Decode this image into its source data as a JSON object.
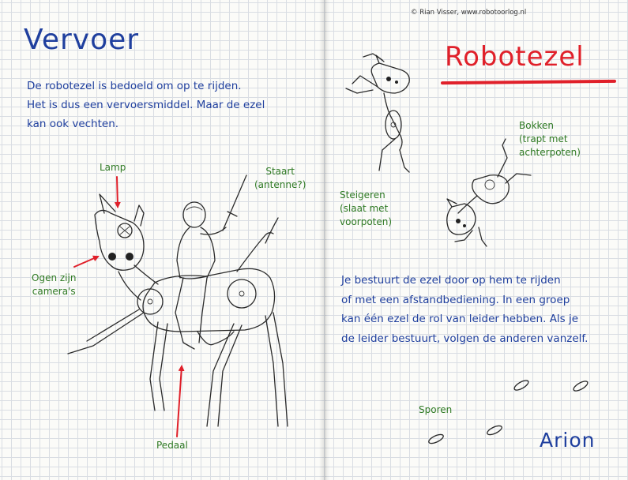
{
  "copyright": "© Rian Visser, www.robotoorlog.nl",
  "left_page": {
    "title": "Vervoer",
    "intro_lines": [
      "De robotezel is bedoeld om op te rijden.",
      "Het is dus een vervoersmiddel. Maar de ezel",
      "kan ook vechten."
    ],
    "labels": {
      "lamp": "Lamp",
      "tail_line1": "Staart",
      "tail_line2": "(antenne?)",
      "eyes_line1": "Ogen zijn",
      "eyes_line2": "camera's",
      "pedal": "Pedaal"
    }
  },
  "right_page": {
    "title": "Robotezel",
    "labels": {
      "bucking_line1": "Bokken",
      "bucking_line2": "(trapt met",
      "bucking_line3": "achterpoten)",
      "rearing_line1": "Steigeren",
      "rearing_line2": "(slaat met",
      "rearing_line3": "voorpoten)",
      "tracks": "Sporen",
      "signature": "Arion"
    },
    "control_lines": [
      "Je bestuurt de ezel door op hem te rijden",
      "of met een afstandbediening. In een groep",
      "kan één ezel de rol van leider hebben. Als je",
      "de leider bestuurt, volgen de anderen vanzelf."
    ]
  },
  "colors": {
    "title_blue": "#1f3f9e",
    "label_green": "#2f7a24",
    "accent_red": "#e0202a",
    "grid": "#d9dde3",
    "paper": "#fbfbf8"
  }
}
